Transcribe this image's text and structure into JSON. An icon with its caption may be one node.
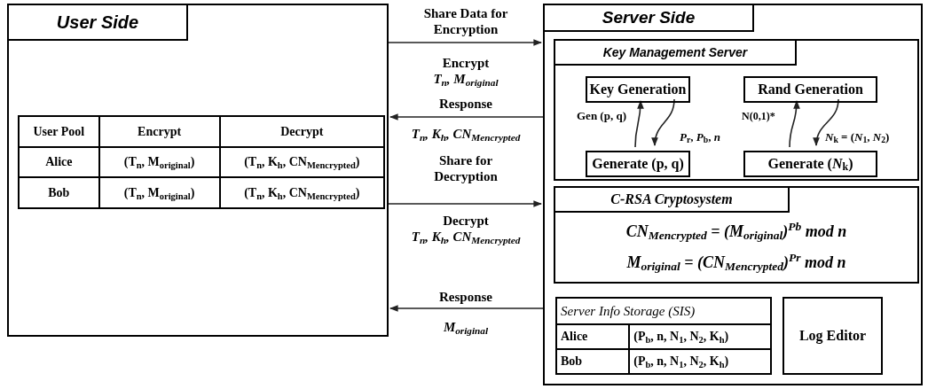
{
  "diagram": {
    "nodes": [
      {
        "text": [
          "User Side"
        ]
      },
      {
        "text": [
          "User Pool",
          "Encrypt",
          "Decrypt",
          "Alice",
          "(T$_{n}$, M$_{original}$)",
          "(T$_{n}$, K$_{h}$, CN$_{M}$$_{encrypted}$)",
          "Bob",
          "(T$_{n}$, M$_{original}$)",
          "(T$_{n}$, K$_{h}$, CN$_{M}$$_{encrypted}$)"
        ],
        "in": 0
      },
      {
        "text": [
          "Server Side"
        ]
      },
      {
        "text": [
          "Key Management Server"
        ],
        "in": 2
      },
      {
        "text": [
          "Key Generation"
        ],
        "in": 3
      },
      {
        "text": [
          "Generate (p, q)"
        ],
        "in": 3
      },
      {
        "text": [
          "Rand Generation"
        ],
        "in": 3
      },
      {
        "text": [
          "Generate (*N*$_{k}$)"
        ],
        "in": 3
      },
      {
        "text": [
          "C-RSA Cryptosystem",
          "CN$_{M}$$_{encrypted}$ = (M$_{original}$)$^{Pb}$ mod n",
          "M$_{original}$ = (CN$_{M}$$_{encrypted}$)$^{Pr}$ mod n"
        ],
        "in": 2
      },
      {
        "text": [
          "Server Info Storage (SIS)",
          "Alice",
          "(P$_{b}$, n, N$_{1}$, N$_{2}$, K$_{h}$)",
          "Bob",
          "(P$_{b}$, n, N$_{1}$, N$_{2}$, K$_{h}$)"
        ],
        "in": 2
      },
      {
        "text": [
          "Log Editor"
        ],
        "in": 2
      }
    ],
    "edges": [
      {
        "from": 0,
        "to": 2,
        "arrow": "to",
        "label": "Share Data for Encryption"
      },
      {
        "from": 2,
        "to": 0,
        "arrow": "to",
        "label": "Response"
      },
      {
        "from": 0,
        "to": 2,
        "arrow": "to",
        "label": "Share for Decryption"
      },
      {
        "from": 2,
        "to": 0,
        "arrow": "to",
        "label": "Response"
      },
      {
        "from": 5,
        "to": 4,
        "arrow": "to",
        "label": "Gen (p, q)"
      },
      {
        "from": 4,
        "to": 5,
        "arrow": "to",
        "label": "*P*$_{r}$, *P*$_{b}$, *n*"
      },
      {
        "from": 7,
        "to": 6,
        "arrow": "to",
        "label": "N(0,1)*"
      },
      {
        "from": 6,
        "to": 7,
        "arrow": "to",
        "label": "*N*$_{k}$ = (*N*$_{1}$, *N*$_{2}$)"
      }
    ],
    "labels": [
      "Encrypt",
      "T$_{n}$, M$_{original}$",
      "T$_{n}$, K$_{h}$, CN$_{M}$$_{encrypted}$",
      "Decrypt",
      "T$_{n}$, K$_{h}$, CN$_{M}$$_{encrypted}$",
      "M$_{original}$"
    ]
  }
}
